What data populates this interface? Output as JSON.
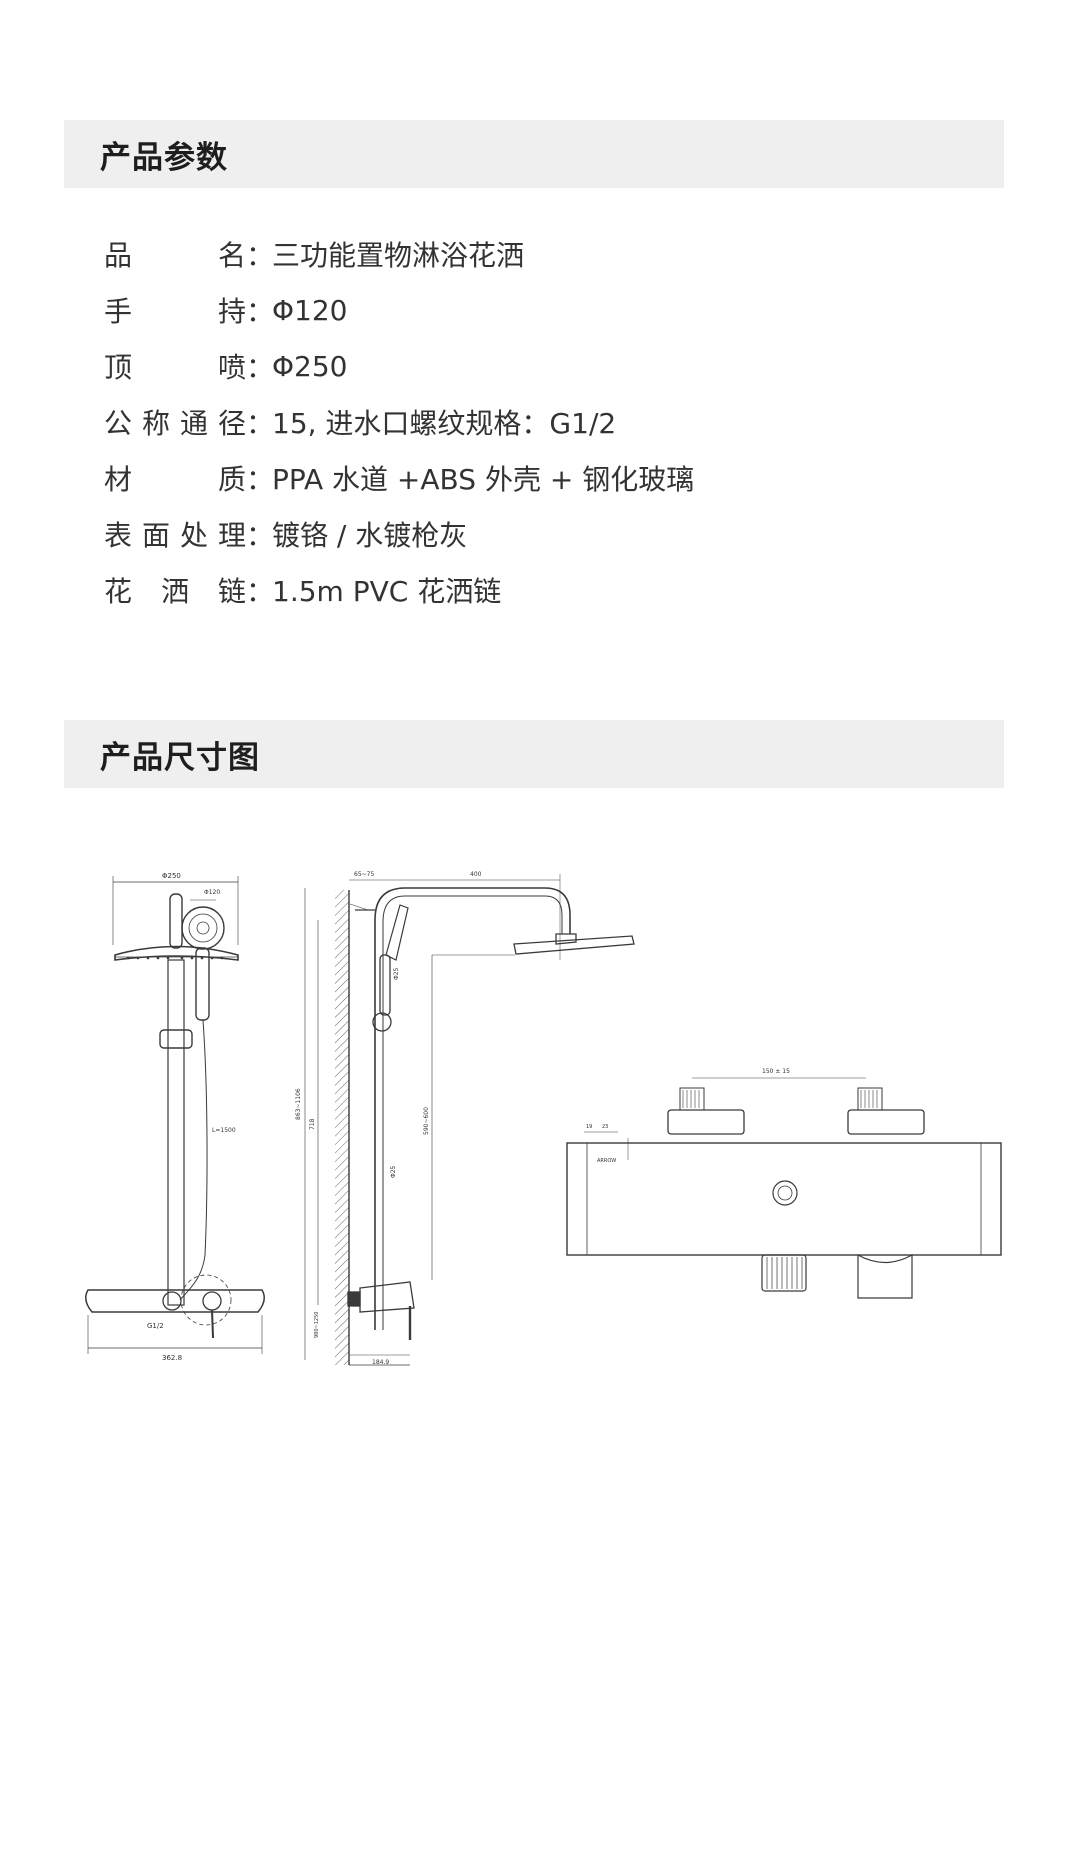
{
  "sections": {
    "params_title": "产品参数",
    "dims_title": "产品尺寸图"
  },
  "specs": [
    {
      "label": "品　　名",
      "value": "三功能置物淋浴花洒"
    },
    {
      "label": "手　　持",
      "value": "Φ120"
    },
    {
      "label": "顶　　喷",
      "value": "Φ250"
    },
    {
      "label": "公称通径",
      "value": "15, 进水口螺纹规格：G1/2"
    },
    {
      "label": "材　　质",
      "value": "PPA 水道 +ABS 外壳 + 钢化玻璃"
    },
    {
      "label": "表面处理",
      "value": "镀铬 / 水镀枪灰"
    },
    {
      "label": "花 洒 链",
      "value": "1.5m PVC 花洒链"
    }
  ],
  "drawing_labels": {
    "front_top_dim": "Φ250",
    "handheld_dim": "Φ120",
    "hose_len": "L=1500",
    "inlet": "G1/2",
    "base_width": "362.8",
    "side_offset": "65~75",
    "arm_len": "400",
    "total_height": "863~1106",
    "pipe_dia": "Φ25",
    "rail_height": "718",
    "mid_height": "590~600",
    "bottom_dim": "184.9",
    "inlet_dist": "150 ± 15",
    "small_a": "19",
    "small_b": "23",
    "brand": "ARROW",
    "height_note": "980~1250"
  },
  "colors": {
    "header_bg": "#efefef",
    "line": "#3a3a3a"
  }
}
